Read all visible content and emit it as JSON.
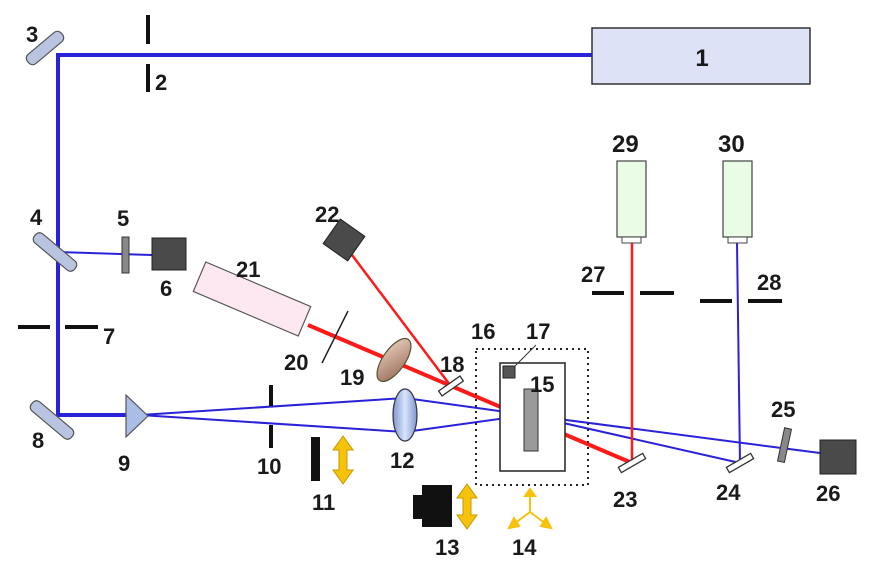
{
  "labels": {
    "n1": "1",
    "n2": "2",
    "n3": "3",
    "n4": "4",
    "n5": "5",
    "n6": "6",
    "n7": "7",
    "n8": "8",
    "n9": "9",
    "n10": "10",
    "n11": "11",
    "n12": "12",
    "n13": "13",
    "n14": "14",
    "n15": "15",
    "n16": "16",
    "n17": "17",
    "n18": "18",
    "n19": "19",
    "n20": "20",
    "n21": "21",
    "n22": "22",
    "n23": "23",
    "n24": "24",
    "n25": "25",
    "n26": "26",
    "n27": "27",
    "n28": "28",
    "n29": "29",
    "n30": "30"
  },
  "colors": {
    "blue_beam": "#2a22d8",
    "red_beam": "#ff1a1a",
    "mirror": "#b8c4e0",
    "laser_box": "#dde2f7",
    "detector": "#4a4a4a",
    "camera_body": "#111111",
    "green_unit": "#eafbe6",
    "pink_unit": "#fde8f2",
    "lens": "#aabde6",
    "red_lens": "#c4a090",
    "yellow_arrow": "#f7c20a"
  }
}
